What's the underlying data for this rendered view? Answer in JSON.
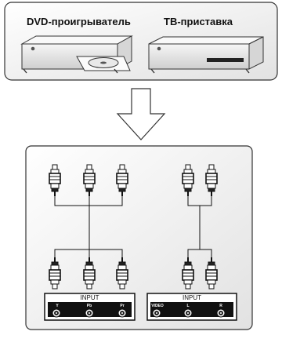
{
  "devices": {
    "dvd": {
      "label": "DVD-проигрыватель"
    },
    "stb": {
      "label": "ТВ-приставка"
    }
  },
  "panels": {
    "component": {
      "title": "INPUT",
      "ports": [
        "Y",
        "Pb",
        "Pr"
      ]
    },
    "composite": {
      "title": "INPUT",
      "ports": [
        "VIDEO",
        "L",
        "R"
      ]
    }
  }
}
